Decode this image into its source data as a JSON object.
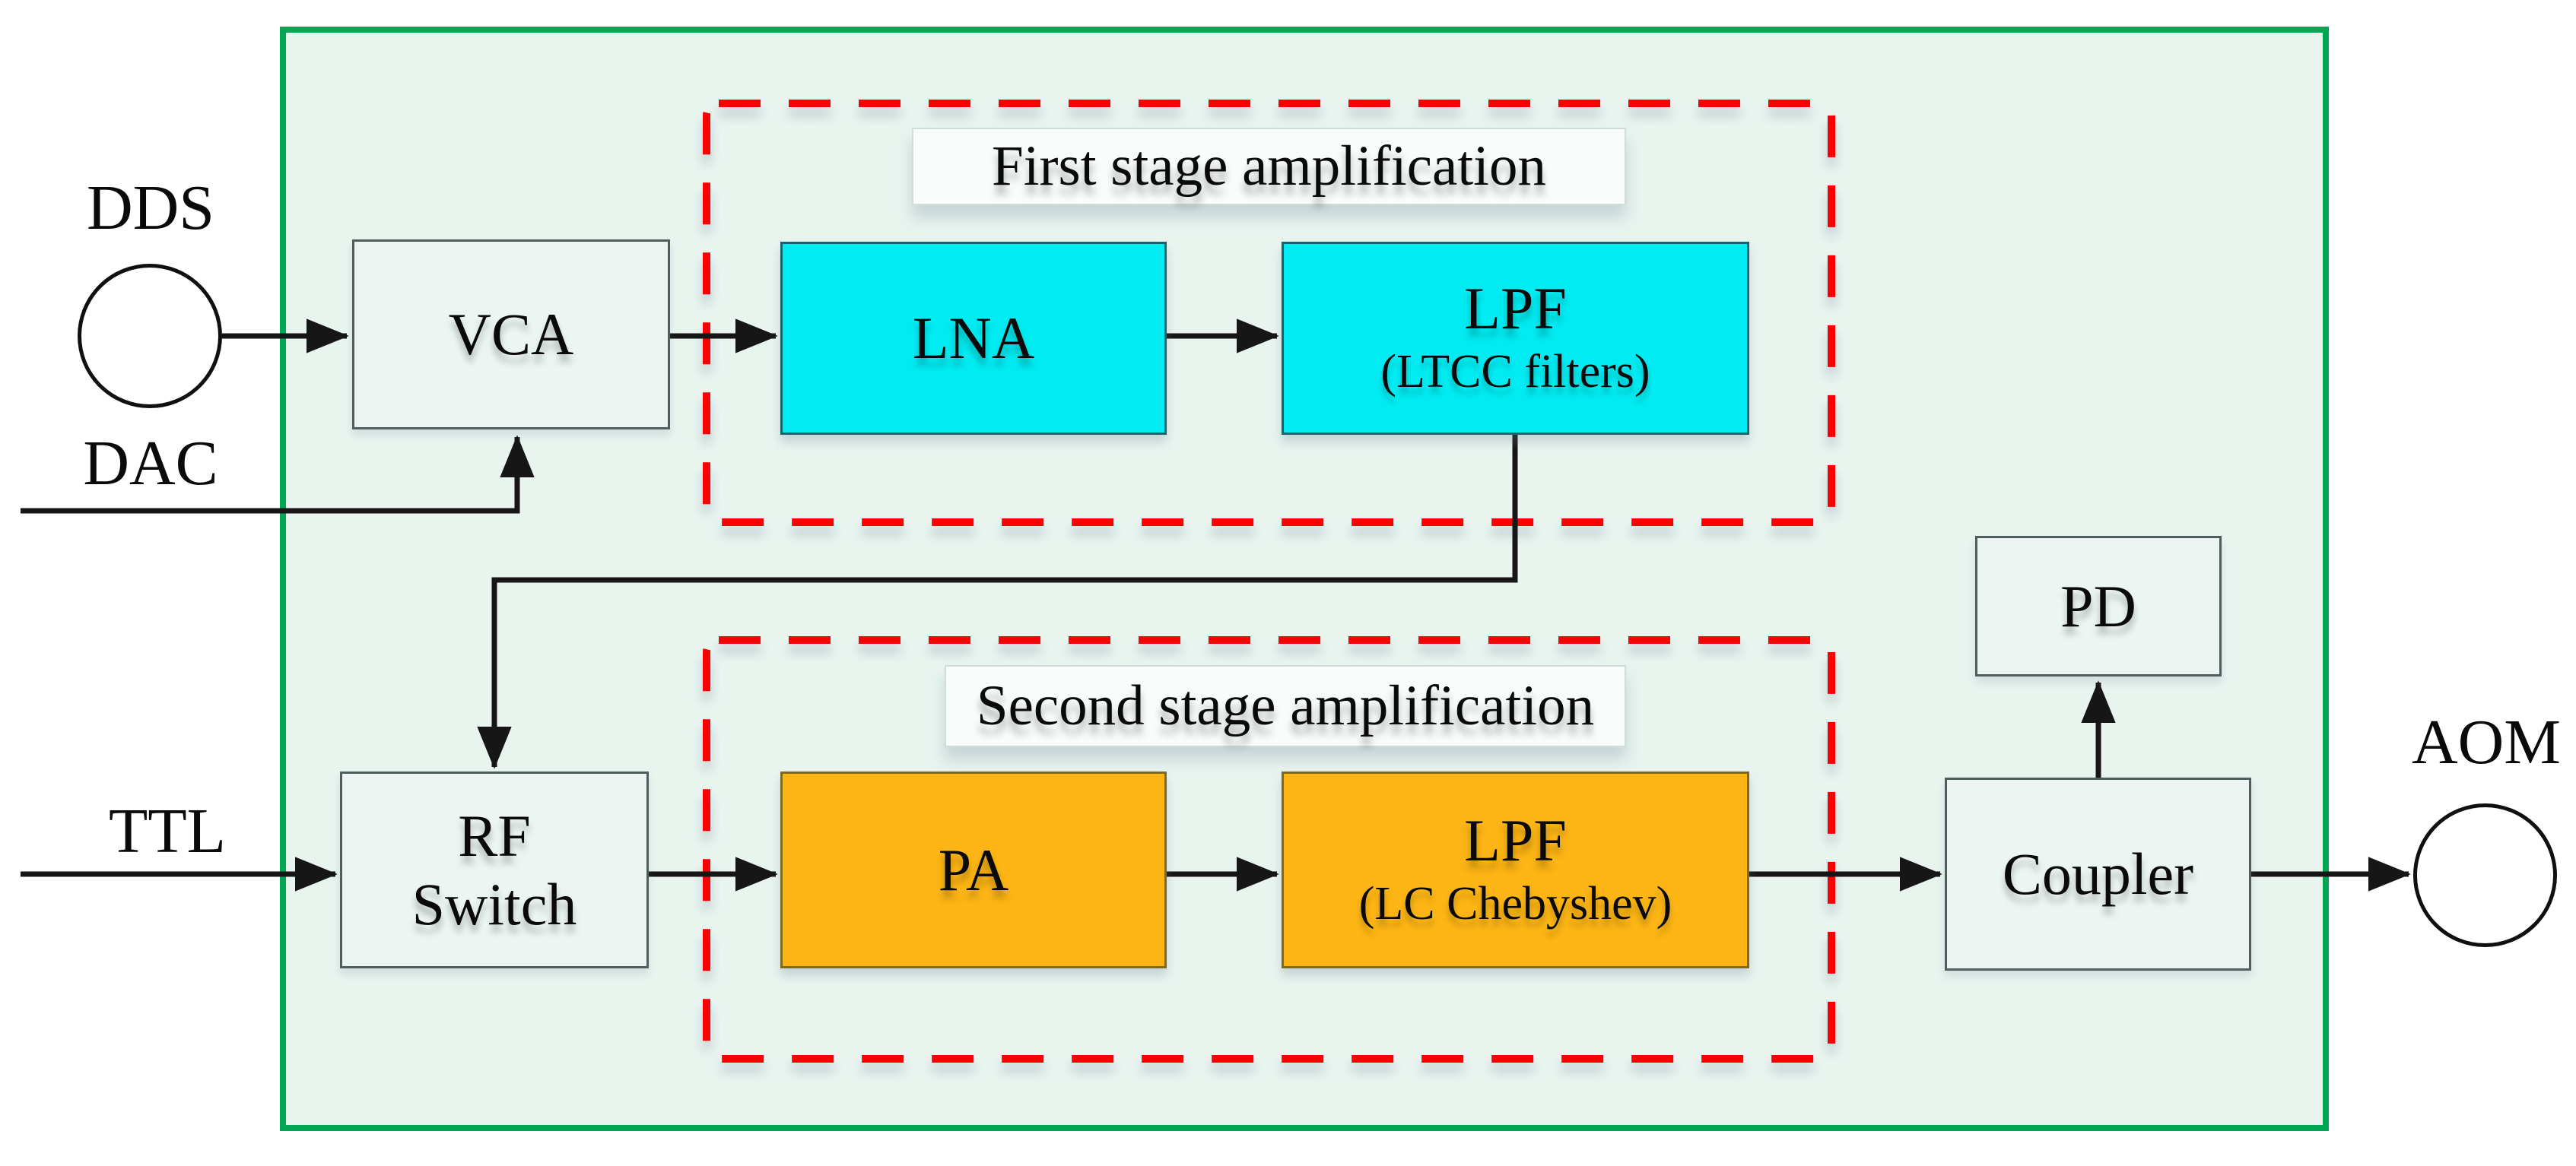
{
  "diagram": {
    "nodes": {
      "dds": "DDS",
      "dac": "DAC",
      "ttl": "TTL",
      "vca": "VCA",
      "lna": "LNA",
      "lpf1_title": "LPF",
      "lpf1_sub": "(LTCC filters)",
      "rf_line1": "RF",
      "rf_line2": "Switch",
      "pa": "PA",
      "lpf2_title": "LPF",
      "lpf2_sub": "(LC Chebyshev)",
      "coupler": "Coupler",
      "pd": "PD",
      "aom": "AOM"
    },
    "groups": {
      "first_stage": "First stage amplification",
      "second_stage": "Second stage amplification"
    }
  },
  "colors": {
    "panel_bg": "#e9f4ef",
    "green_border": "#00a651",
    "cyan": "#00ecf2",
    "orange": "#fcb514",
    "red_dashed": "#fa0000",
    "line": "#161616"
  }
}
